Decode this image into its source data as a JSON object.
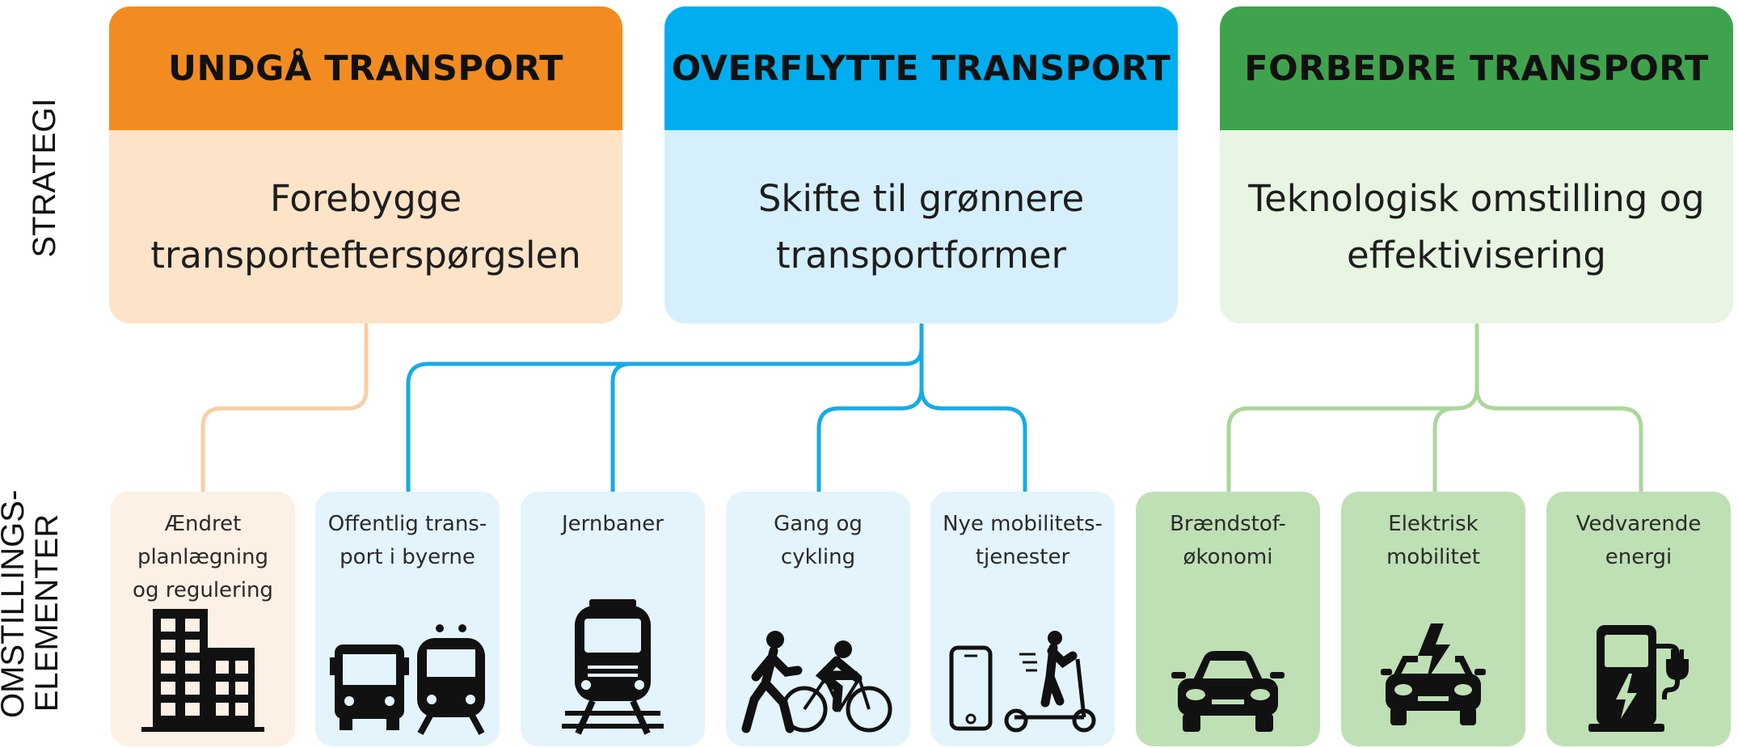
{
  "side_labels": {
    "strategy": "STRATEGI",
    "elements_line1": "OMSTILLINGS-",
    "elements_line2": "ELEMENTER"
  },
  "colors": {
    "avoid_head": "#F28C20",
    "avoid_body": "#FDE3C8",
    "avoid_elem": "#FDF0E4",
    "avoid_line": "#F8CFA3",
    "shift_head": "#00AEEF",
    "shift_body": "#D5F0FC",
    "shift_elem": "#E3F4FC",
    "shift_line": "#17ABE6",
    "improve_head": "#3FA34D",
    "improve_body": "#E8F5E2",
    "improve_elem": "#BEE0B4",
    "improve_line": "#A9D79A"
  },
  "strategies": [
    {
      "title": "UNDGÅ TRANSPORT",
      "line1": "Forebygge",
      "line2": "transportefterspørgslen"
    },
    {
      "title": "OVERFLYTTE TRANSPORT",
      "line1": "Skifte til grønnere",
      "line2": "transportformer"
    },
    {
      "title": "FORBEDRE TRANSPORT",
      "line1": "Teknologisk omstilling og",
      "line2": "effektivisering"
    }
  ],
  "elements": [
    {
      "line1": "Ændret",
      "line2": "planlægning",
      "line3": "og regulering",
      "icon": "buildings-icon"
    },
    {
      "line1": "Offentlig trans-",
      "line2": "port i byerne",
      "line3": "",
      "icon": "bus-tram-icon"
    },
    {
      "line1": "Jernbaner",
      "line2": "",
      "line3": "",
      "icon": "train-icon"
    },
    {
      "line1": "Gang og",
      "line2": "cykling",
      "line3": "",
      "icon": "walk-bike-icon"
    },
    {
      "line1": "Nye mobilitets-",
      "line2": "tjenester",
      "line3": "",
      "icon": "phone-scooter-icon"
    },
    {
      "line1": "Brændstof-",
      "line2": "økonomi",
      "line3": "",
      "icon": "car-icon"
    },
    {
      "line1": "Elektrisk",
      "line2": "mobilitet",
      "line3": "",
      "icon": "electric-car-icon"
    },
    {
      "line1": "Vedvarende",
      "line2": "energi",
      "line3": "",
      "icon": "charging-station-icon"
    }
  ]
}
